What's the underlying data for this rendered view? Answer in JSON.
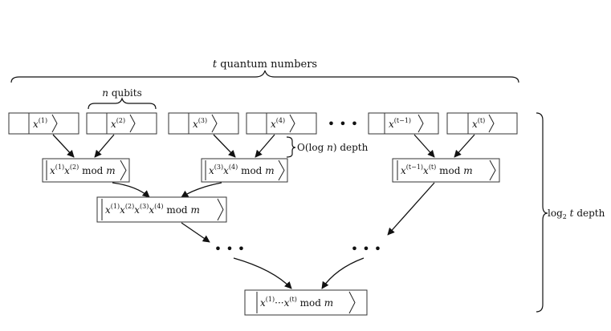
{
  "top_label": {
    "var": "t",
    "text": "quantum numbers"
  },
  "qubit_label": {
    "var": "n",
    "text": "qubits"
  },
  "depth_label": {
    "prefix": "O(log",
    "var": "n",
    "suffix": ") depth"
  },
  "right_label": {
    "log": "log",
    "sub": "2",
    "var": "t",
    "text": "depth"
  },
  "inputs": [
    {
      "sup": "(1)"
    },
    {
      "sup": "(2)"
    },
    {
      "sup": "(3)"
    },
    {
      "sup": "(4)"
    },
    {
      "sup": "(t−1)"
    },
    {
      "sup": "(t)"
    }
  ],
  "level1": [
    {
      "a": "(1)",
      "b": "(2)"
    },
    {
      "a": "(3)",
      "b": "(4)"
    },
    {
      "a": "(t−1)",
      "b": "(t)"
    }
  ],
  "level2": {
    "sups": [
      "(1)",
      "(2)",
      "(3)",
      "(4)"
    ]
  },
  "final": {
    "a": "(1)",
    "dots": "···",
    "b": "(t)"
  },
  "mod_text": {
    "word": "mod",
    "var": "m"
  },
  "base_var": "x",
  "ellipsis": "• • •"
}
